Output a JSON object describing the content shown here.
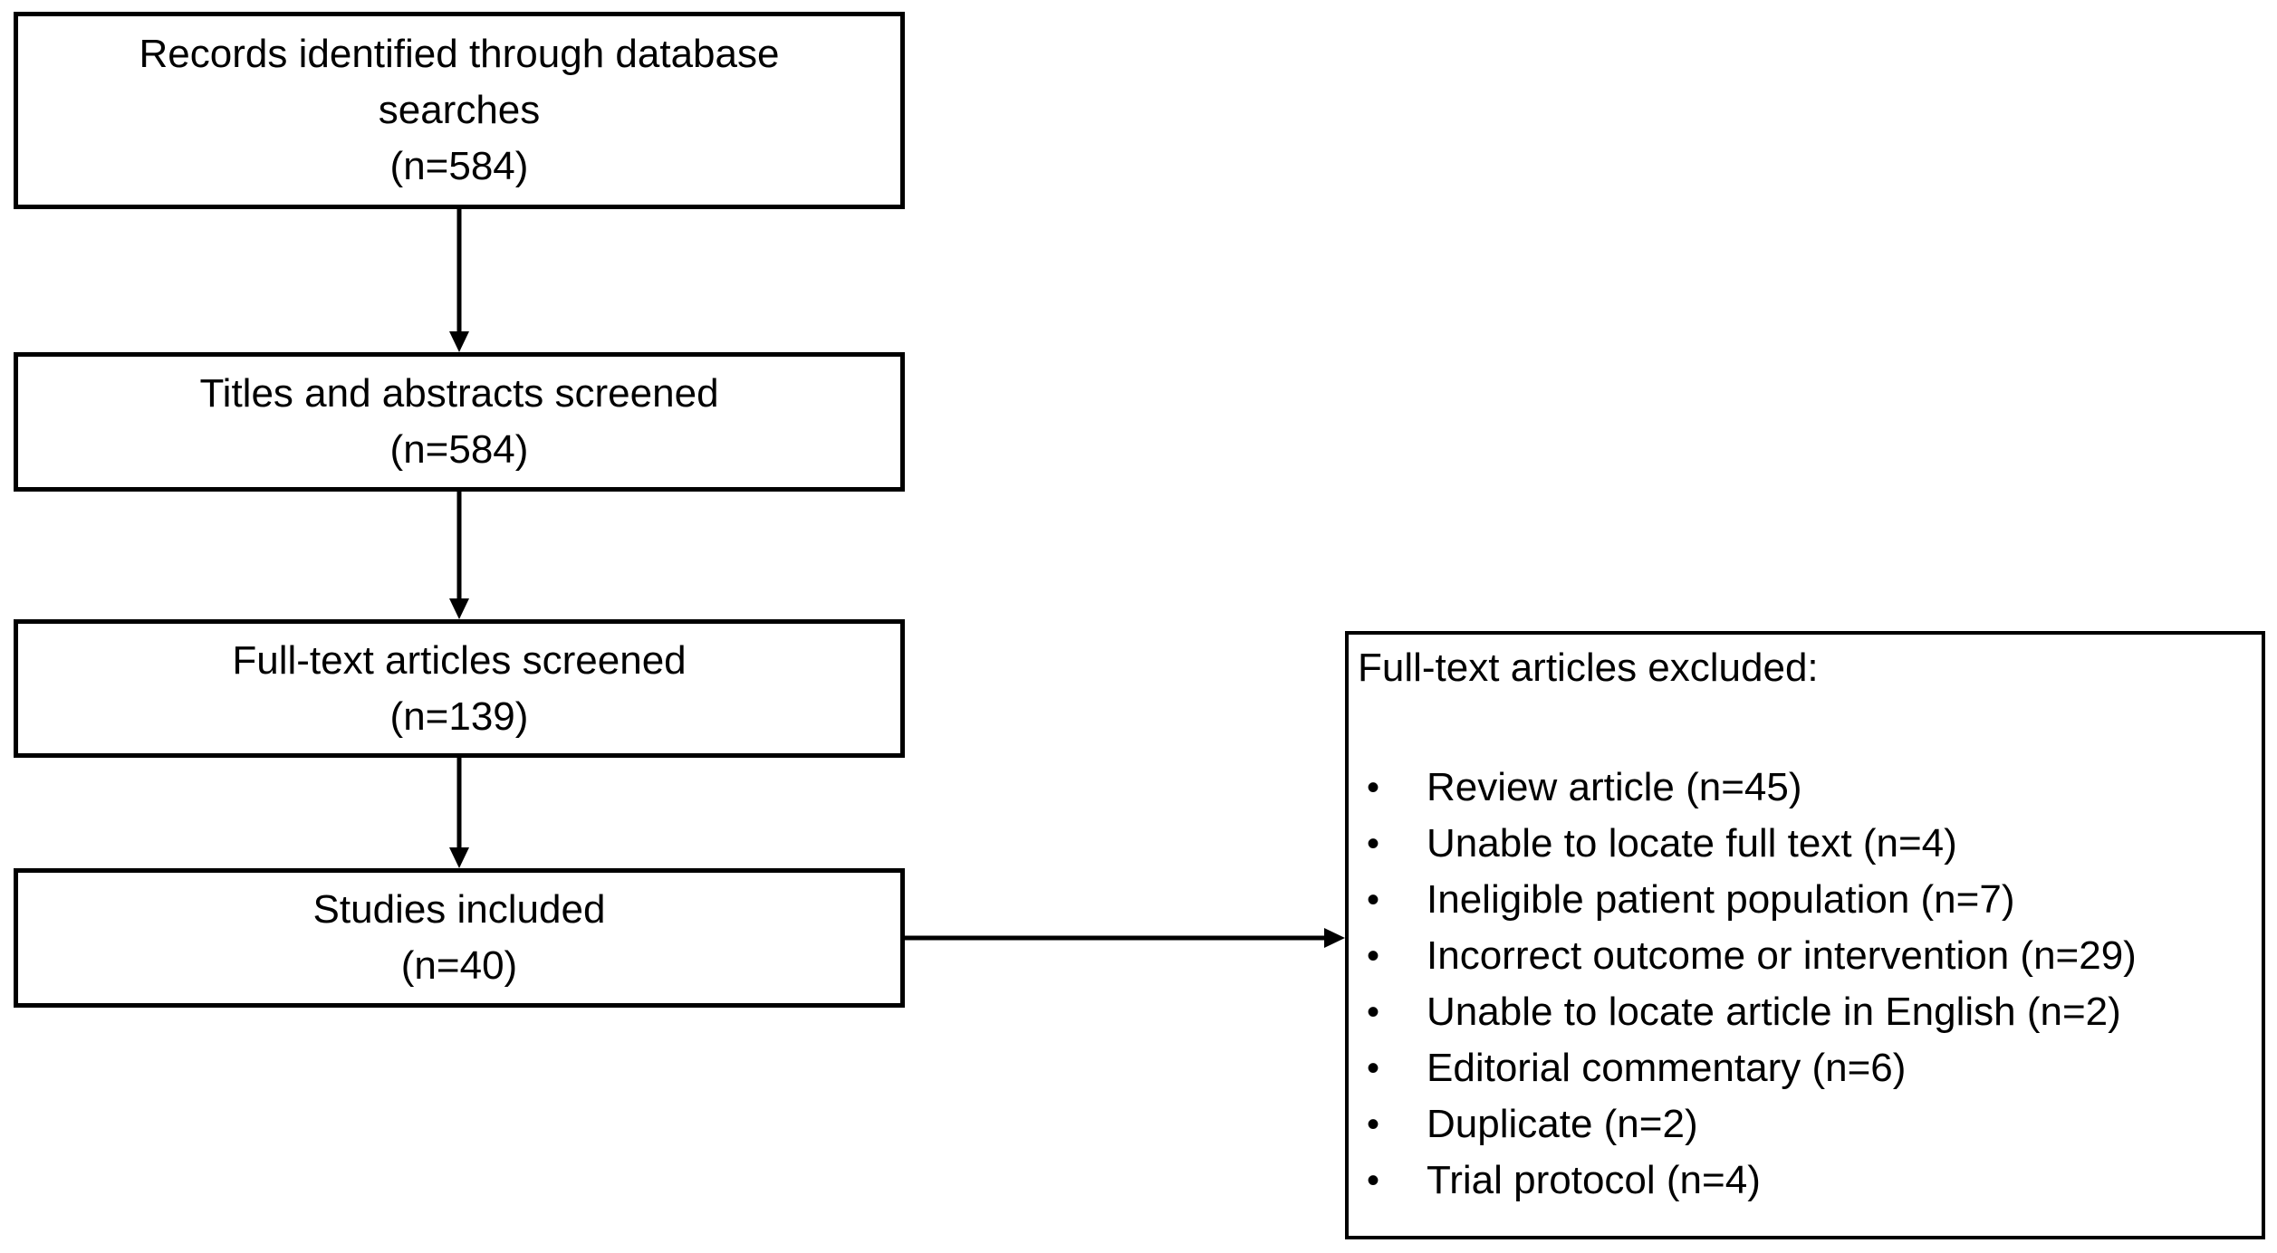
{
  "diagram": {
    "background_color": "#ffffff",
    "stroke_color": "#000000",
    "text_color": "#000000",
    "flow_boxes": [
      {
        "id": "records-identified",
        "lines": [
          "Records identified through database",
          "searches",
          "(n=584)"
        ]
      },
      {
        "id": "titles-abstracts-screened",
        "lines": [
          "Titles and abstracts screened",
          "(n=584)"
        ]
      },
      {
        "id": "fulltext-screened",
        "lines": [
          "Full-text articles screened",
          "(n=139)"
        ]
      },
      {
        "id": "studies-included",
        "lines": [
          "Studies included",
          "(n=40)"
        ]
      }
    ],
    "exclusion_box": {
      "title": "Full-text articles excluded:",
      "bullet": "•",
      "items": [
        "Review article (n=45)",
        "Unable to locate full text (n=4)",
        "Ineligible patient population (n=7)",
        "Incorrect outcome or intervention (n=29)",
        "Unable to locate article in English (n=2)",
        "Editorial commentary (n=6)",
        "Duplicate (n=2)",
        "Trial protocol (n=4)"
      ]
    }
  }
}
